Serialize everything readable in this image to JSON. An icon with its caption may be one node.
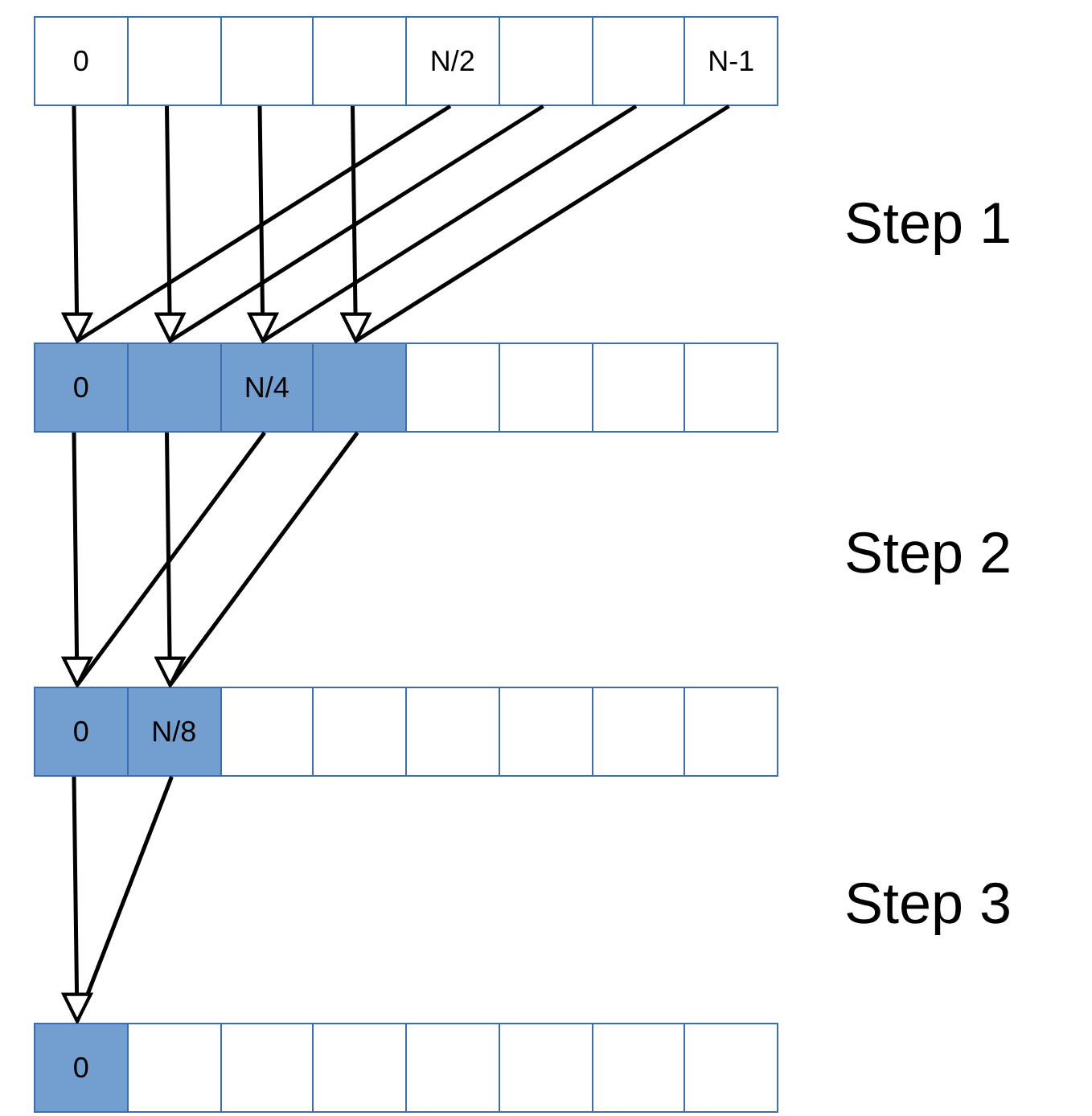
{
  "diagram": {
    "nodes": [
      {
        "text": [
          "0"
        ]
      },
      {
        "text": [],
        "shape": "box"
      },
      {
        "text": [],
        "shape": "box"
      },
      {
        "text": [],
        "shape": "box"
      },
      {
        "text": [
          "N/2"
        ]
      },
      {
        "text": [],
        "shape": "box"
      },
      {
        "text": [],
        "shape": "box"
      },
      {
        "text": [
          "N-1"
        ]
      },
      {
        "text": [
          "0"
        ]
      },
      {
        "text": [],
        "shape": "box"
      },
      {
        "text": [
          "N/4"
        ]
      },
      {
        "text": [],
        "shape": "box"
      },
      {
        "text": [],
        "shape": "box"
      },
      {
        "text": [],
        "shape": "box"
      },
      {
        "text": [],
        "shape": "box"
      },
      {
        "text": [],
        "shape": "box"
      },
      {
        "text": [
          "0"
        ]
      },
      {
        "text": [
          "N/8"
        ]
      },
      {
        "text": [],
        "shape": "box"
      },
      {
        "text": [],
        "shape": "box"
      },
      {
        "text": [],
        "shape": "box"
      },
      {
        "text": [],
        "shape": "box"
      },
      {
        "text": [],
        "shape": "box"
      },
      {
        "text": [],
        "shape": "box"
      },
      {
        "text": [
          "0"
        ]
      },
      {
        "text": [],
        "shape": "box"
      },
      {
        "text": [],
        "shape": "box"
      },
      {
        "text": [],
        "shape": "box"
      },
      {
        "text": [],
        "shape": "box"
      },
      {
        "text": [],
        "shape": "box"
      },
      {
        "text": [],
        "shape": "box"
      },
      {
        "text": [],
        "shape": "box"
      }
    ],
    "edges": [
      {
        "from": 0,
        "to": 8,
        "arrow": "to"
      },
      {
        "from": 1,
        "to": 9,
        "arrow": "to"
      },
      {
        "from": 2,
        "to": 10,
        "arrow": "to"
      },
      {
        "from": 3,
        "to": 11,
        "arrow": "to"
      },
      {
        "from": 4,
        "to": 8,
        "arrow": "to"
      },
      {
        "from": 5,
        "to": 9,
        "arrow": "to"
      },
      {
        "from": 6,
        "to": 10,
        "arrow": "to"
      },
      {
        "from": 7,
        "to": 11,
        "arrow": "to"
      },
      {
        "from": 8,
        "to": 16,
        "arrow": "to"
      },
      {
        "from": 9,
        "to": 17,
        "arrow": "to"
      },
      {
        "from": 10,
        "to": 16,
        "arrow": "to"
      },
      {
        "from": 11,
        "to": 17,
        "arrow": "to"
      },
      {
        "from": 16,
        "to": 24,
        "arrow": "to"
      },
      {
        "from": 17,
        "to": 24,
        "arrow": "to"
      }
    ],
    "labels": [
      "Step 1",
      "Step 2",
      "Step 3"
    ]
  }
}
